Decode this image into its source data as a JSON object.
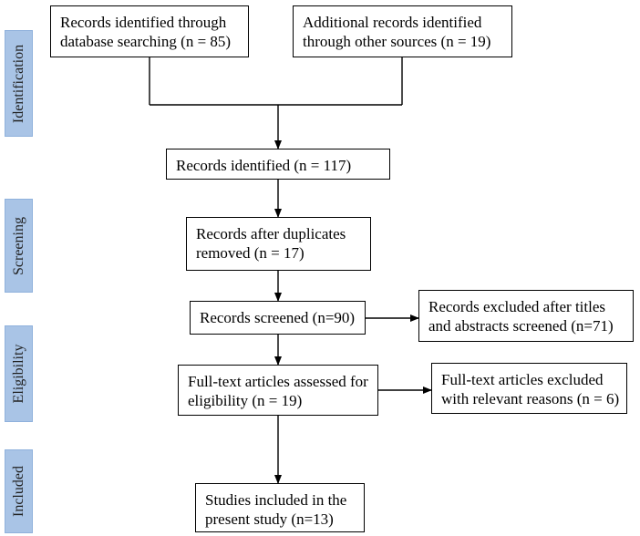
{
  "stages": [
    {
      "id": "identification",
      "label": "Identification"
    },
    {
      "id": "screening",
      "label": "Screening"
    },
    {
      "id": "eligibility",
      "label": "Eligibility"
    },
    {
      "id": "included",
      "label": "Included"
    }
  ],
  "boxes": {
    "database_search": {
      "line1": "Records identified through",
      "line2": "database searching (n = 85)"
    },
    "other_sources": {
      "line1": "Additional records identified",
      "line2": "through other sources (n = 19)"
    },
    "records_identified": {
      "line1": "Records identified (n = 117)"
    },
    "after_duplicates": {
      "line1": "Records after duplicates",
      "line2": "removed   (n = 17)"
    },
    "records_screened": {
      "line1": "Records screened (n=90)"
    },
    "records_excluded": {
      "line1": "Records excluded after titles",
      "line2": "and abstracts screened (n=71)"
    },
    "fulltext_assessed": {
      "line1": "Full-text articles assessed for",
      "line2": "eligibility  (n = 19)"
    },
    "fulltext_excluded": {
      "line1": "Full-text articles excluded",
      "line2": "with relevant reasons (n = 6)"
    },
    "studies_included": {
      "line1": "Studies included in the",
      "line2": "present study  (n=13)"
    }
  },
  "colors": {
    "stage_fill": "#a9c4e6",
    "line": "#000000"
  }
}
